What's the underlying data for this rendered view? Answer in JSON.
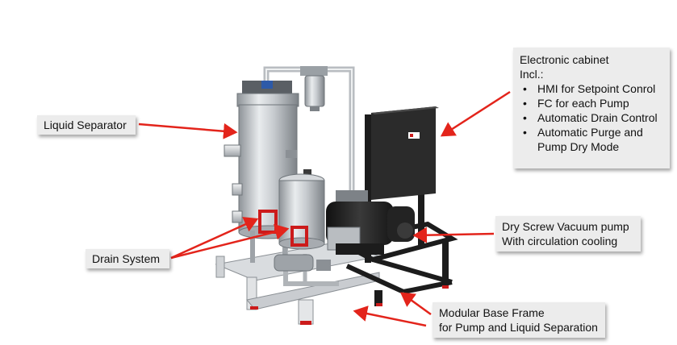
{
  "callouts": {
    "liquid_separator": "Liquid Separator",
    "drain_system": "Drain System",
    "electronic_cabinet": {
      "title": "Electronic cabinet",
      "subtitle": "Incl.:",
      "items": [
        "HMI for Setpoint Conrol",
        "FC for each Pump",
        "Automatic Drain Control",
        "Automatic Purge and",
        "Pump Dry Mode"
      ]
    },
    "vacuum_pump": {
      "line1": "Dry Screw Vacuum pump",
      "line2": "With circulation cooling"
    },
    "base_frame": {
      "line1": "Modular Base Frame",
      "line2": "for Pump and Liquid Separation"
    }
  },
  "colors": {
    "arrow": "#e3241b",
    "callout_bg": "#ececec",
    "cabinet": "#2b2b2b",
    "steel": "#bfc3c7",
    "frame": "#1c1c1c",
    "pump": "#232323"
  },
  "icons": {
    "cabinet_logo": "brand-logo-icon"
  }
}
